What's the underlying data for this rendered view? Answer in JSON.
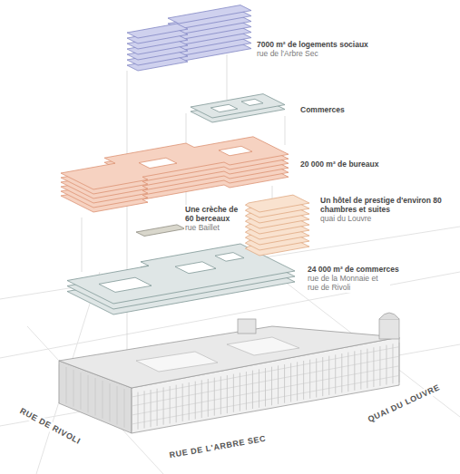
{
  "diagram": {
    "labels": [
      "7000 m² de logements sociaux",
      "rue de l'Arbre Sec",
      "Commerces",
      "20 000 m² de bureaux",
      "Une crèche de 60 berceaux",
      "rue Baillet",
      "Un hôtel de prestige d'environ 80 chambres et suites",
      "quai du Louvre",
      "24 000 m² de commerces",
      "rue de la Monnaie et rue de Rivoli",
      "RUE DE RIVOLI",
      "RUE DE L'ARBRE SEC",
      "QUAI DU LOUVRE"
    ]
  }
}
